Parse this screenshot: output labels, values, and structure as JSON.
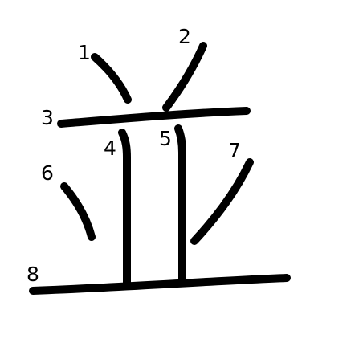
{
  "diagram": {
    "character": "並",
    "stroke_color": "#000000",
    "background": "#ffffff",
    "stroke_numbers": [
      "1",
      "2",
      "3",
      "4",
      "5",
      "6",
      "7",
      "8"
    ]
  }
}
